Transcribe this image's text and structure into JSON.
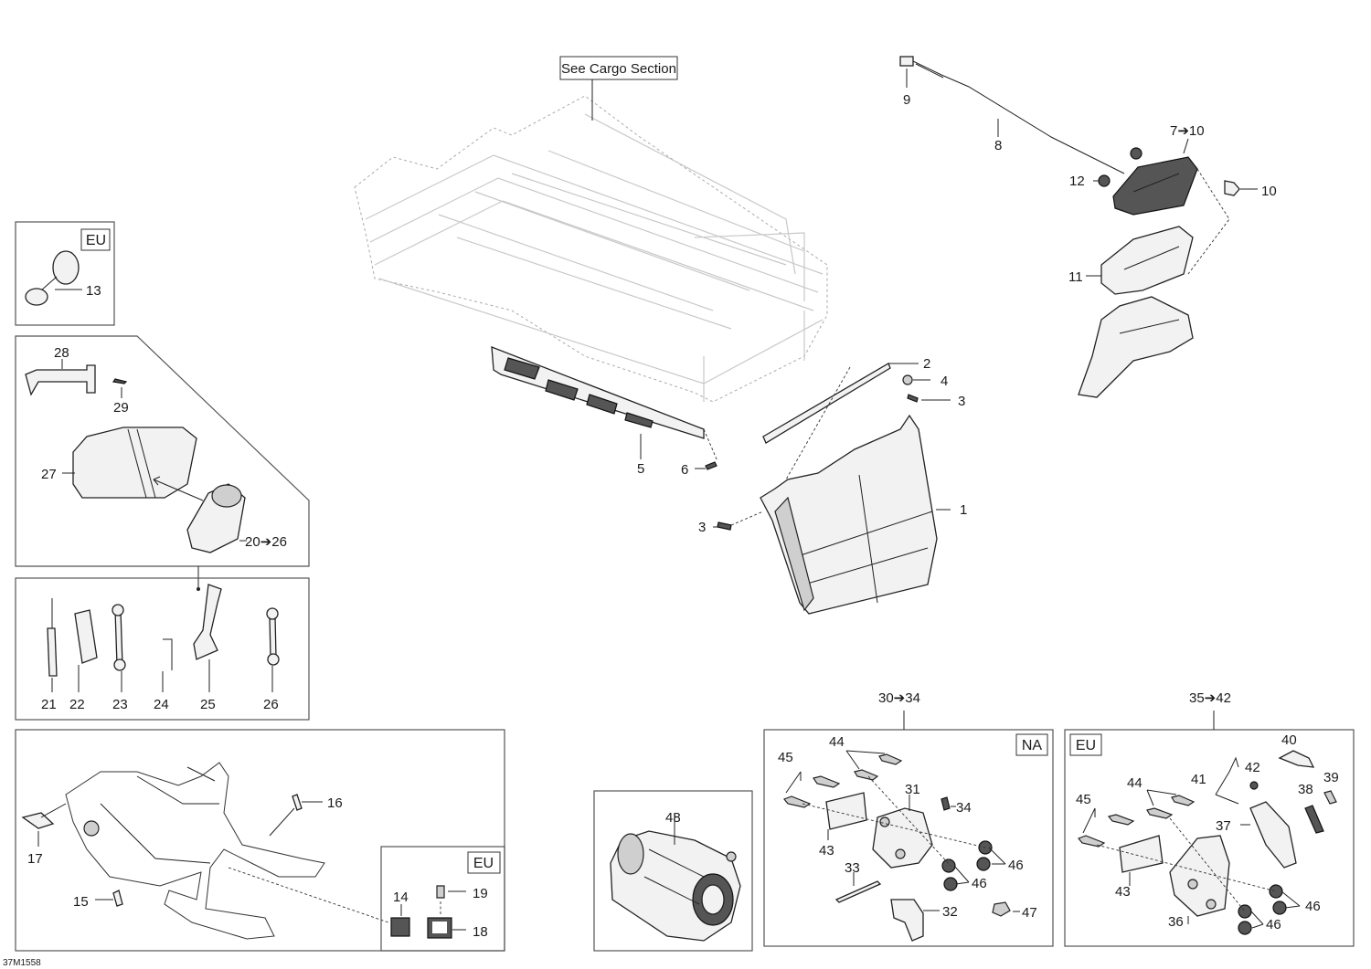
{
  "drawing_id": "37M1558",
  "see_cargo_note": "See Cargo Section",
  "region_tags": {
    "eu_mirror": "EU",
    "eu_reflectors": "EU",
    "na_hitch": "NA",
    "eu_hitch": "EU"
  },
  "callouts": {
    "c1": "1",
    "c2": "2",
    "c3a": "3",
    "c3b": "3",
    "c4": "4",
    "c5": "5",
    "c6": "6",
    "c7": "7➔10",
    "c8": "8",
    "c9": "9",
    "c10": "10",
    "c11": "11",
    "c12": "12",
    "c13": "13",
    "c14": "14",
    "c15": "15",
    "c16": "16",
    "c17": "17",
    "c18": "18",
    "c19": "19",
    "c20": "20➔26",
    "c21": "21",
    "c22": "22",
    "c23": "23",
    "c24": "24",
    "c25": "25",
    "c26": "26",
    "c27": "27",
    "c28": "28",
    "c29": "29",
    "c30": "30➔34",
    "c31": "31",
    "c32": "32",
    "c33": "33",
    "c34": "34",
    "c35": "35➔42",
    "c36": "36",
    "c37": "37",
    "c38": "38",
    "c39": "39",
    "c40": "40",
    "c41": "41",
    "c42": "42",
    "c43a": "43",
    "c43b": "43",
    "c44a": "44",
    "c44b": "44",
    "c45a": "45",
    "c45b": "45",
    "c46a": "46",
    "c46b": "46",
    "c46c": "46",
    "c46d": "46",
    "c47": "47",
    "c48": "48"
  }
}
